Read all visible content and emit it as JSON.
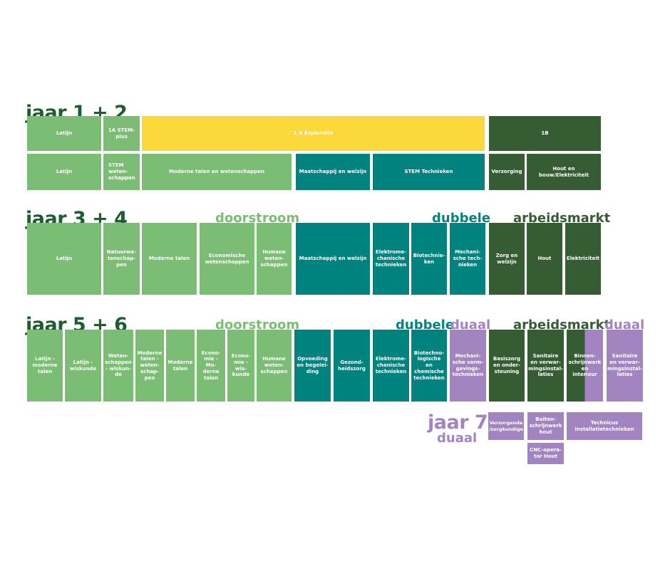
{
  "colors": {
    "light_green": "#7bbd74",
    "yellow": "#fbd93a",
    "dark_green": "#355c33",
    "teal": "#00827f",
    "purple": "#a285c0",
    "heading": "#1f5c31"
  },
  "headings": {
    "y12": "jaar 1 + 2",
    "y34": "jaar 3 + 4",
    "y56": "jaar 5 + 6",
    "y7": "jaar 7",
    "y7_sub": "duaal"
  },
  "categories": {
    "doorstroom": "doorstroom",
    "dubbele": "dubbele",
    "arbeidsmarkt": "arbeidsmarkt",
    "duaal": "duaal"
  },
  "y12": {
    "row1": [
      "Latijn",
      "1A STEM-\nplus",
      "1 A Exploratie",
      "1B"
    ],
    "row2": [
      "Latijn",
      "STEM\nweten-\nschappen",
      "Moderne talen en wetenschappen",
      "Maatschappij en welzijn",
      "STEM Technieken",
      "Verzorging",
      "Hout en bouw/Elektriciteit"
    ]
  },
  "y34": [
    "Latijn",
    "Natuurwe-\ntenschap-\npen",
    "Moderne talen",
    "Economische\nwetenschappen",
    "Humane\nweten-\nschappen",
    "Maatschappij en welzijn",
    "Elektrome-\nchanische\ntechnieken",
    "Biotechnie-\nken",
    "Mechani-\nsche tech-\nnieken",
    "Zorg en\nwelzijn",
    "Hout",
    "Elektriciteit"
  ],
  "y56": [
    "Latijn -\nmoderne\ntalen",
    "Latijn -\nwiskunde",
    "Weten-\nschappen\n- wiskun-\nde",
    "Moderne\ntalen -\nweten-\nschap-\npen",
    "Moderne\ntalen",
    "Econo-\nmie - Mo-\nderne\ntalen",
    "Econo-\nmie - wis-\nkunde",
    "Humane\nweten-\nschappen",
    "Opvoeding\nen begelei-\nding",
    "Gezond-\nheidszorg",
    "Elektrome-\nchanische\ntechnieken",
    "Biotechno-\nlogische en\nchemische\ntechnieken",
    "Mechani-\nsche vorm-\ngevings-\ntechnieken",
    "Basiszorg\nen onder-\nsteuning",
    "Sanitaire\nen verwar-\nmingsinstal-\nlaties",
    "Binnen-\nschrijnwerk\nen interieur",
    "Sanitaire\nen verwar-\nmingsinstal-\nlaties"
  ],
  "y7": [
    "Verzorgende\n/zorgkundige",
    "Buiten-\nschrijnwerk\nhout",
    "Technicus\ninstallatietechnieken",
    "CNC-opera-\ntor Hout"
  ]
}
